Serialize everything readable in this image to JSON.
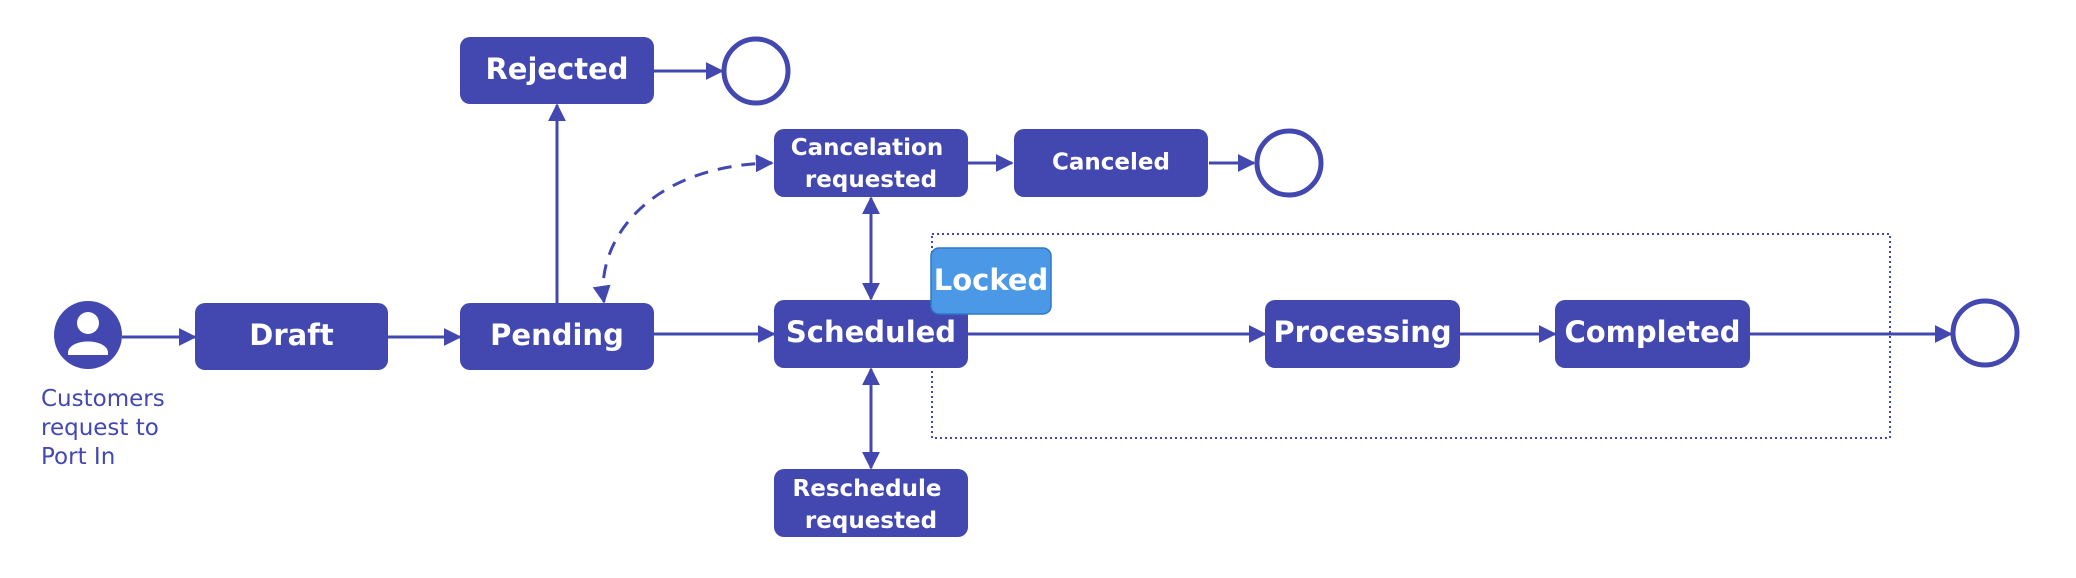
{
  "diagram": {
    "actor_caption": [
      "Customers",
      "request to",
      "Port In"
    ],
    "states": {
      "draft": "Draft",
      "pending": "Pending",
      "rejected": "Rejected",
      "cancelation_requested": [
        "Cancelation",
        "requested"
      ],
      "canceled": "Canceled",
      "scheduled": "Scheduled",
      "reschedule_requested": [
        "Reschedule",
        "requested"
      ],
      "processing": "Processing",
      "completed": "Completed"
    },
    "locked_label": "Locked",
    "icons": {
      "actor": "user-avatar-icon",
      "end": "end-state-circle-icon"
    },
    "colors": {
      "state_fill": "#4248b0",
      "state_text": "#ffffff",
      "locked_fill": "#4a98e6",
      "connector": "#4248b0"
    }
  }
}
